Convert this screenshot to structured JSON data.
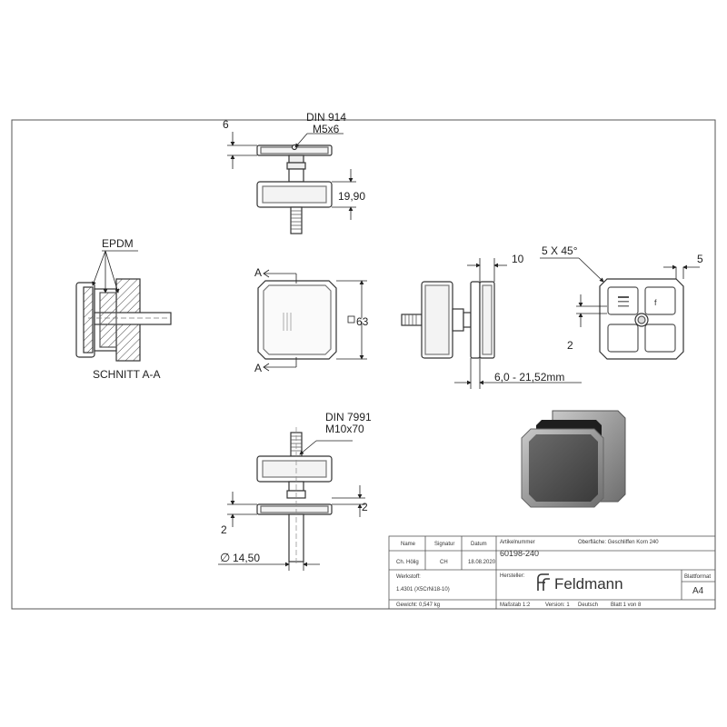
{
  "dims": {
    "top_thickness": "6",
    "din914": "DIN 914",
    "m5x6": "M5x6",
    "height_19_90": "19,90",
    "epdm": "EPDM",
    "section_title": "SCHNITT A-A",
    "section_mark": "A",
    "square63": "63",
    "depth10": "10",
    "chamfer": "5 X 45°",
    "chamfer5": "5",
    "offset2": "2",
    "glass_range": "6,0 - 21,52mm",
    "din7991": "DIN 7991",
    "m10x70": "M10x70",
    "bottom2": "2",
    "left2": "2",
    "diameter": "14,50",
    "diameter_symbol": "∅"
  },
  "title_block": {
    "col_name": "Name",
    "col_signatur": "Signatur",
    "col_datum": "Datum",
    "name_val": "Ch. Hölig",
    "sig_val": "CH",
    "date_val": "18.08.2020",
    "artikelnummer_label": "Artikelnummer",
    "artikelnummer": "60198-240",
    "oberflaeche": "Oberfläche: Geschliffen Korn 240",
    "werkstoff_label": "Werkstoff:",
    "werkstoff": "1.4301 (X5CrNi18-10)",
    "hersteller_label": "Hersteller:",
    "brand": "Feldmann",
    "blattformat_label": "Blattformat",
    "blattformat": "A4",
    "gewicht": "Gewicht: 0,547 kg",
    "massstab": "Maßstab 1:2",
    "version": "Version: 1",
    "sprache": "Deutsch",
    "blatt": "Blatt 1 von 8"
  },
  "colors": {
    "line": "#333333",
    "dim": "#222222",
    "photo_dark": "#3a3a3a",
    "photo_steel": "#8a8a8a"
  },
  "icons": [
    "feldmann-logo-icon"
  ]
}
